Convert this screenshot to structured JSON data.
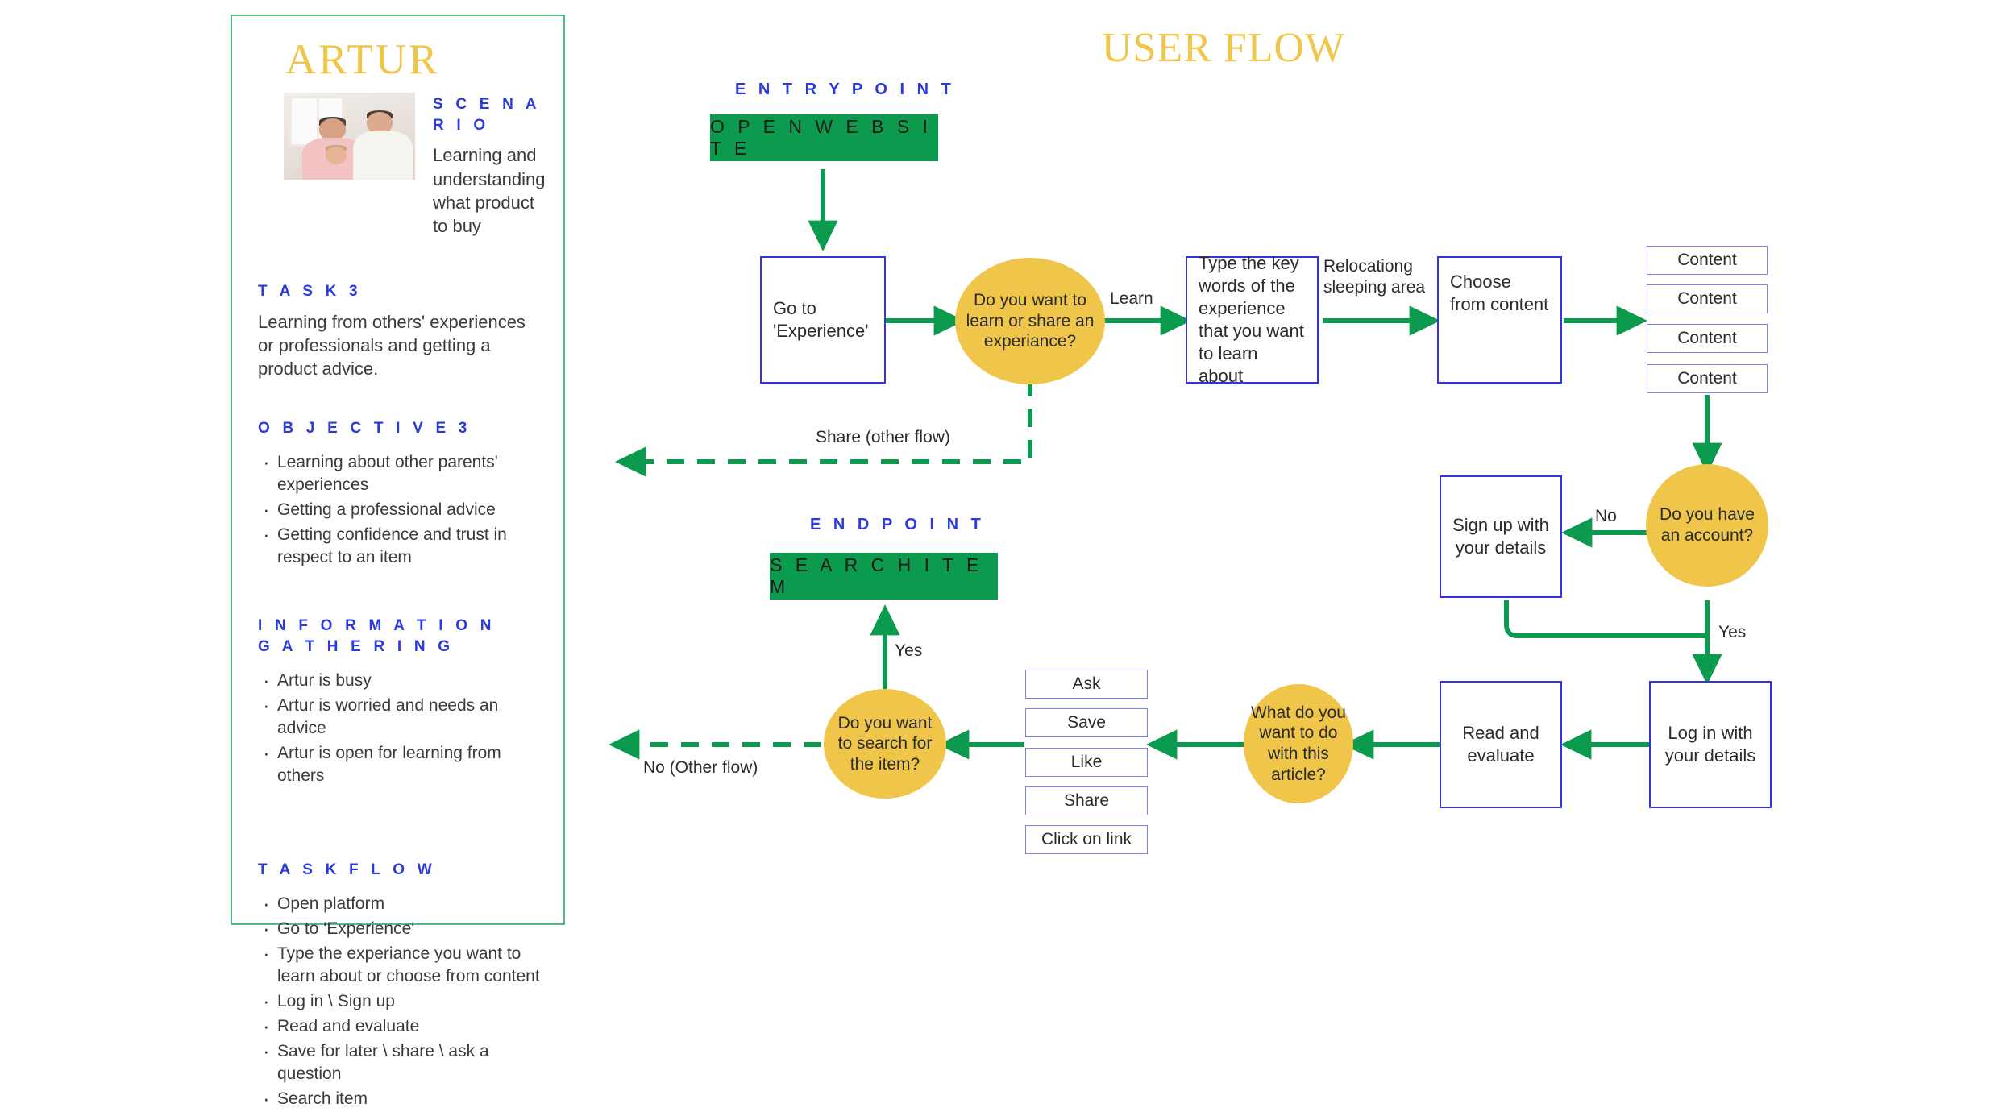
{
  "persona": {
    "name": "ARTUR",
    "photo_alt": "persona-photo",
    "scenario": {
      "label": "S C E N A R I O",
      "text": "Learning and understanding what product to buy"
    },
    "task": {
      "label": "T A S K   3",
      "text": "Learning from others' experiences or professionals and getting a product advice."
    },
    "objective": {
      "label": "O B J E C T I V E   3",
      "items": [
        "Learning about other parents' experiences",
        "Getting a professional advice",
        "Getting confidence and trust in respect to an item"
      ]
    },
    "information_gathering": {
      "label": "I N F O R M A T I O N\nG A T H E R I N G",
      "label_line1": "I N F O R M A T I O N",
      "label_line2": "G A T H E R I N G",
      "items": [
        "Artur is busy",
        "Artur is worried and needs an advice",
        "Artur is open for learning from others"
      ]
    },
    "task_flow": {
      "label": "T A S K   F L O W",
      "items": [
        "Open platform",
        "Go to 'Experience'",
        "Type the experiance you want to learn about or choose from content",
        "Log in \\ Sign up",
        "Read and evaluate",
        "Save for later \\ share  \\ ask a question",
        "Search item"
      ]
    }
  },
  "flow": {
    "title": "USER FLOW",
    "entry_label": "E N T R Y   P O I N T",
    "entry_button": "O P E N   W E B S I T E",
    "end_label": "E N D   P O I N T",
    "end_button": "S E A R C H   I T E M",
    "nodes": {
      "go_to_experience": "Go to\n'Experience'",
      "go_to_experience_l1": "Go to",
      "go_to_experience_l2": "'Experience'",
      "learn_or_share": "Do you want to learn or share an experiance?",
      "type_keywords": "Type the key words of the experience that you want to learn about",
      "choose_from_content": "Choose from content",
      "content_items": [
        "Content",
        "Content",
        "Content",
        "Content"
      ],
      "have_account": "Do you have an account?",
      "sign_up": "Sign up with your details",
      "log_in": "Log in with your details",
      "read_evaluate": "Read and evaluate",
      "what_to_do": "What do you want to do with this article?",
      "actions": [
        "Ask",
        "Save",
        "Like",
        "Share",
        "Click on link"
      ],
      "search_decision": "Do you want to search for the item?"
    },
    "edge_labels": {
      "learn": "Learn",
      "relocating": "Relocationg sleeping area",
      "share_other_flow": "Share (other flow)",
      "no_account": "No",
      "yes_account": "Yes",
      "yes_search": "Yes",
      "no_other_flow": "No (Other flow)"
    }
  },
  "colors": {
    "gold": "#EFC54A",
    "green": "#0C9B4E",
    "blue": "#2A3AE0",
    "box_blue": "#3333E0",
    "content_blue": "#7B85E8",
    "sidebar_border": "#4CBF86"
  }
}
